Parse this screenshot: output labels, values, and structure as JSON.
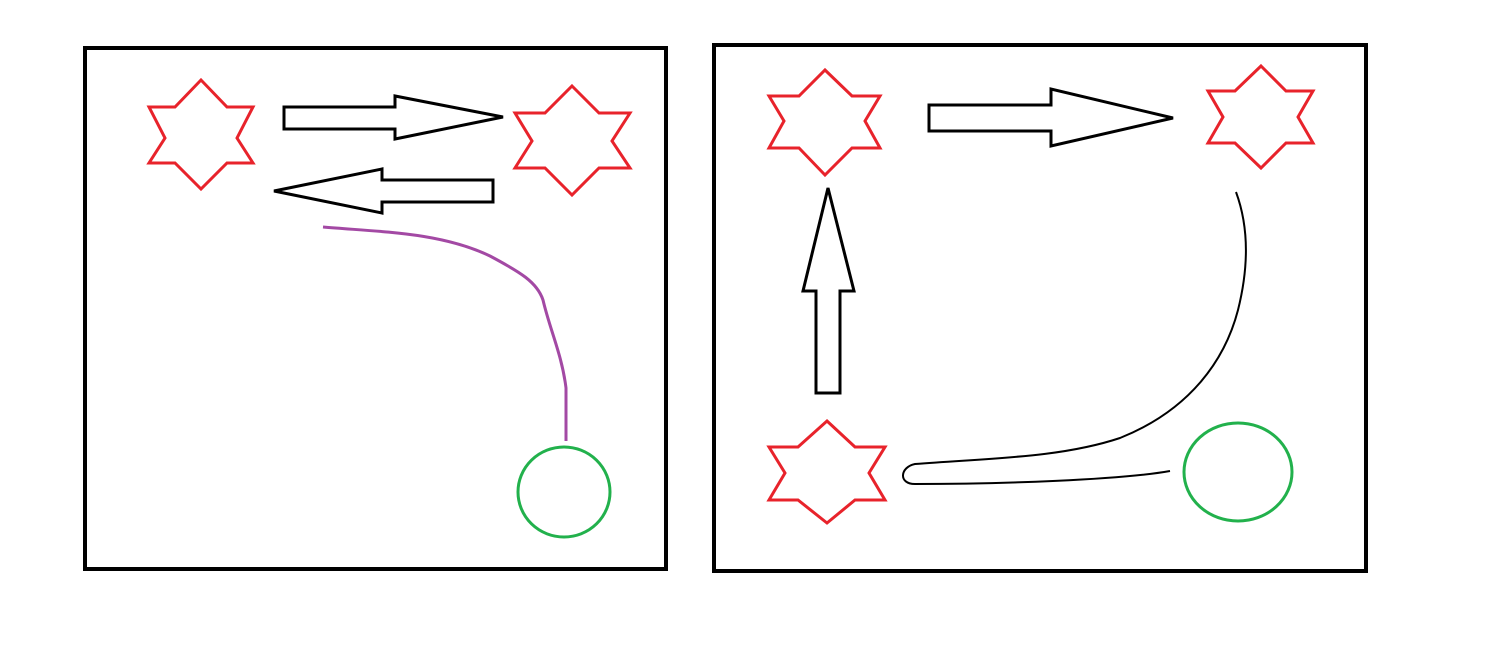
{
  "colors": {
    "frame": "#000000",
    "star": "#e8232b",
    "circle": "#22b14c",
    "left_path": "#a349a4",
    "right_path": "#000000",
    "arrow": "#000000",
    "fill": "#ffffff"
  },
  "panels": [
    {
      "name": "left-panel",
      "elements": [
        "star",
        "star",
        "arrow-right",
        "arrow-left",
        "circle",
        "curve"
      ]
    },
    {
      "name": "right-panel",
      "elements": [
        "star",
        "star",
        "star",
        "arrow-right",
        "arrow-up",
        "circle",
        "curve"
      ]
    }
  ]
}
